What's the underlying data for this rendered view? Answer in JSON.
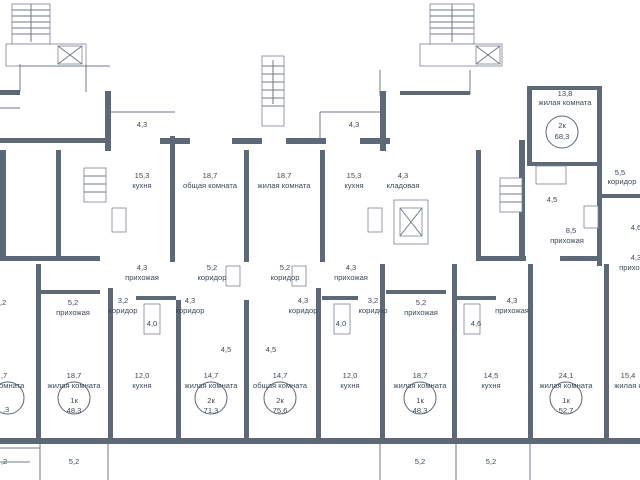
{
  "colors": {
    "wall": "#5d6977",
    "line": "#707a88",
    "text": "#3e4a5a",
    "background": "#ffffff"
  },
  "top_area": "13,8",
  "top_room": "жилая комната",
  "top_unit_type": "2к",
  "top_unit_area": "68,3",
  "corridor_area": "5,5",
  "corridor_label": "коридор",
  "storage_area": "4,3",
  "storage_label": "кладовая",
  "hall_area": "8,5",
  "hall_label": "прихожая",
  "right_edge_area": "4,6",
  "right_edge_hall_area": "4,3",
  "right_edge_hall_label": "прихожа",
  "left_edge_hall_area": ",2",
  "left_edge_area": ",7",
  "left_edge_room": "комната",
  "left_edge_unit_area": ",3",
  "left_edge_bottom": ",2",
  "right_edge_bottom_area": "15,4",
  "right_edge_bottom_room": "жилая к",
  "upper": [
    {
      "name": "balcony-left",
      "area": "4,3"
    },
    {
      "name": "kitchen-left",
      "area": "15,3",
      "label": "кухня"
    },
    {
      "name": "common-room-mid",
      "area": "18,7",
      "label": "общая комната"
    },
    {
      "name": "living-room-mid",
      "area": "18,7",
      "label": "жилая комната"
    },
    {
      "name": "kitchen-right",
      "area": "15,3",
      "label": "кухня"
    },
    {
      "name": "balcony-right",
      "area": "4,3"
    },
    {
      "name": "bath-upper",
      "area": "4,5"
    }
  ],
  "mid": [
    {
      "name": "hall-1",
      "area": "4,3",
      "label": "прихожая"
    },
    {
      "name": "corridor-1",
      "area": "5,2",
      "label": "коридор"
    },
    {
      "name": "corridor-2",
      "area": "5,2",
      "label": "коридор"
    },
    {
      "name": "hall-2",
      "area": "4,3",
      "label": "прихожая"
    },
    {
      "name": "hall-3",
      "area": "5,2",
      "label": "прихожая"
    },
    {
      "name": "corridor-3",
      "area": "3,2",
      "label": "коридор"
    },
    {
      "name": "corridor-4",
      "area": "4,3",
      "label": "коридор"
    },
    {
      "name": "corridor-5",
      "area": "4,3",
      "label": "коридор"
    },
    {
      "name": "corridor-6",
      "area": "3,2",
      "label": "коридор"
    },
    {
      "name": "hall-4",
      "area": "5,2",
      "label": "прихожая"
    },
    {
      "name": "hall-5",
      "area": "4,3",
      "label": "прихожая"
    }
  ],
  "baths": [
    {
      "name": "bath-1",
      "area": "4,0"
    },
    {
      "name": "bath-2",
      "area": "4,5"
    },
    {
      "name": "bath-3",
      "area": "4,5"
    },
    {
      "name": "bath-4",
      "area": "4,0"
    },
    {
      "name": "bath-5",
      "area": "4,6"
    }
  ],
  "lower": [
    {
      "name": "living-1k-a",
      "area": "18,7",
      "label": "жилая комната",
      "unit_type": "1к",
      "unit_area": "48,3"
    },
    {
      "name": "kitchen-a",
      "area": "12,0",
      "label": "кухня"
    },
    {
      "name": "living-2k-a",
      "area": "14,7",
      "label": "жилая комната",
      "unit_type": "2к",
      "unit_area": "71,3"
    },
    {
      "name": "common-2k-b",
      "area": "14,7",
      "label": "общая комната",
      "unit_type": "2к",
      "unit_area": "75,6"
    },
    {
      "name": "kitchen-b",
      "area": "12,0",
      "label": "кухня"
    },
    {
      "name": "living-1k-b",
      "area": "18,7",
      "label": "жилая комната",
      "unit_type": "1к",
      "unit_area": "48,3"
    },
    {
      "name": "kitchen-c",
      "area": "14,5",
      "label": "кухня"
    },
    {
      "name": "living-1k-c",
      "area": "24,1",
      "label": "жилая комната",
      "unit_type": "1к",
      "unit_area": "52,7"
    }
  ],
  "balconies": [
    "5,2",
    "5,2",
    "5,2"
  ]
}
